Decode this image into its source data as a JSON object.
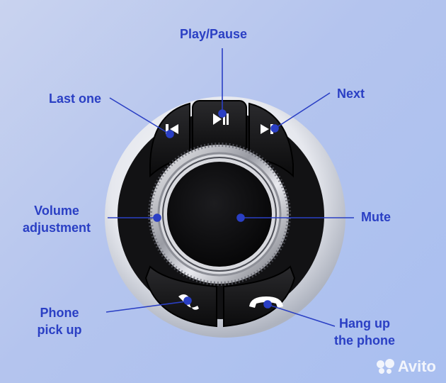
{
  "labels": {
    "play_pause": "Play/Pause",
    "last_one": "Last one",
    "next": "Next",
    "volume": [
      "Volume",
      "adjustment"
    ],
    "mute": "Mute",
    "phone_pick_up": [
      "Phone",
      "pick up"
    ],
    "hang_up": [
      "Hang up",
      "the phone"
    ]
  },
  "watermark": "Avito",
  "colors": {
    "label": "#2a3fc4",
    "pointer": "#2a3fc4",
    "button": "#141414",
    "shell": "#eef0f5"
  },
  "icons": [
    "previous-icon",
    "play-pause-icon",
    "next-icon",
    "phone-pickup-icon",
    "phone-hangup-icon"
  ]
}
